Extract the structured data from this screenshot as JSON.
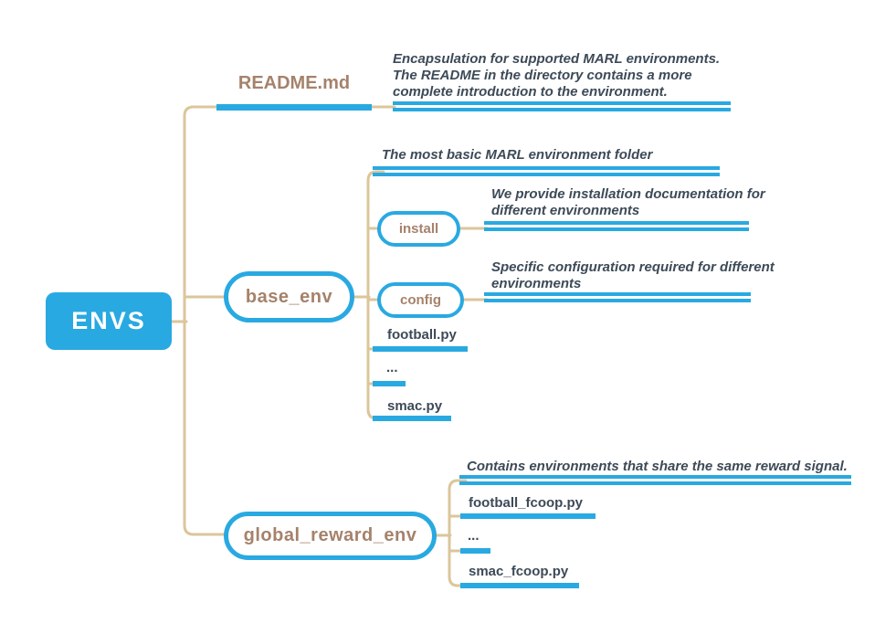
{
  "root": {
    "label": "ENVS"
  },
  "branches": {
    "readme": {
      "label": "README.md",
      "description": "Encapsulation for supported MARL environments. The README in the directory contains a more complete introduction to the environment."
    },
    "base_env": {
      "label": "base_env",
      "description": "The most basic MARL environment folder",
      "children": {
        "install": {
          "label": "install",
          "description": "We provide installation documentation for different environments"
        },
        "config": {
          "label": "config",
          "description": "Specific configuration required for different environments"
        },
        "football": {
          "label": "football.py"
        },
        "ellipsis": {
          "label": "..."
        },
        "smac": {
          "label": "smac.py"
        }
      }
    },
    "global_reward_env": {
      "label": "global_reward_env",
      "description": "Contains environments that share the same reward signal.",
      "children": {
        "football_fcoop": {
          "label": "football_fcoop.py"
        },
        "ellipsis": {
          "label": "..."
        },
        "smac_fcoop": {
          "label": "smac_fcoop.py"
        }
      }
    }
  },
  "colors": {
    "accent_blue": "#29A9E1",
    "connector_khaki": "#DBC69B",
    "label_brown": "#A5826B",
    "text_dark": "#3D4A57"
  }
}
